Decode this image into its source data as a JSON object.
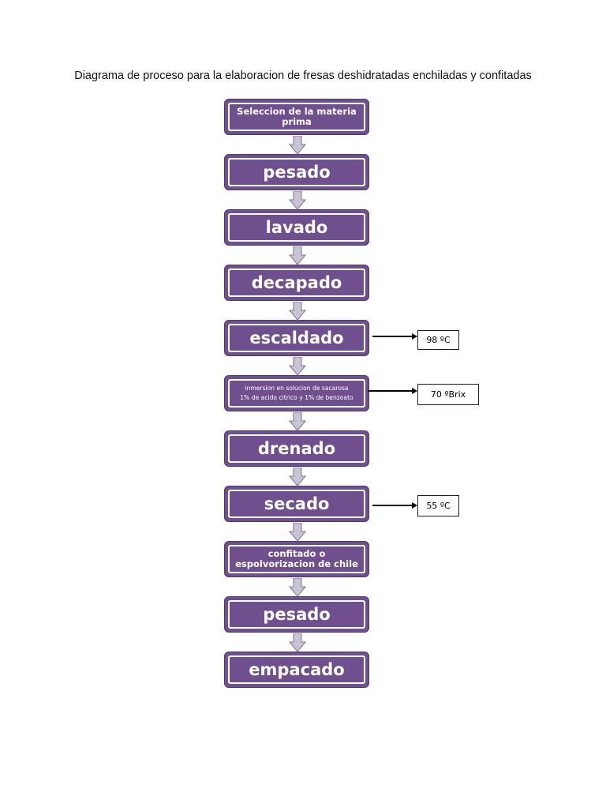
{
  "title": "Diagrama de proceso para la elaboracion de fresas deshidratadas enchiladas y confitadas",
  "colors": {
    "box_fill": "#6f4f8e",
    "box_border": "#4b3b62",
    "text": "#ffffff",
    "arrow": "#c9c3d3"
  },
  "steps": [
    {
      "label": "Seleccion de la materia prima"
    },
    {
      "label": "pesado"
    },
    {
      "label": "lavado"
    },
    {
      "label": "decapado"
    },
    {
      "label": "escaldado"
    },
    {
      "label_line1": "inmersion en solucion de sacarosa",
      "label_line2": "1% de acido citrico  y 1% de benzoato"
    },
    {
      "label": "drenado"
    },
    {
      "label": "secado"
    },
    {
      "label": "confitado o espolvorizacion de chile"
    },
    {
      "label": "pesado"
    },
    {
      "label": "empacado"
    }
  ],
  "notes": {
    "escaldado": "98 ºC",
    "inmersion": "70 ºBrix",
    "secado": "55 ºC"
  }
}
